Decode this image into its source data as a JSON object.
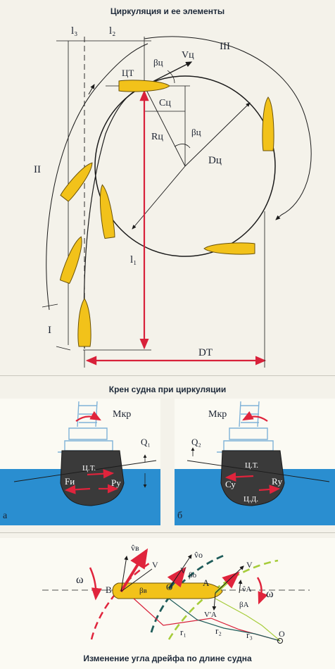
{
  "panel1": {
    "title": "Циркуляция и ее элементы",
    "labels": {
      "l3": "l₃",
      "l2": "l₂",
      "l1": "l₁",
      "phase1": "I",
      "phase2": "II",
      "phase3": "III",
      "ct": "ЦТ",
      "beta_c": "βц",
      "v_c": "Vц",
      "c_c": "Сц",
      "r_c": "Rц",
      "beta_c2": "βц",
      "d_c": "Dц",
      "d_t": "DТ"
    },
    "colors": {
      "hull": "#f2c21a",
      "hull_stroke": "#6a5208",
      "dim": "#d8213a",
      "line": "#1a1a1a"
    }
  },
  "panel2": {
    "title": "Крен судна при циркуляции",
    "a": {
      "letter": "а",
      "mkr": "Мкр",
      "ct": "Ц.Т.",
      "fi": "Fи",
      "py": "Ру",
      "angle": "Q₁"
    },
    "b": {
      "letter": "б",
      "mkr": "Мкр",
      "ct": "Ц.Т.",
      "cy": "Су",
      "ry": "Rу",
      "cd": "Ц.Д.",
      "angle": "Q₂"
    },
    "colors": {
      "water": "#2a8ed0",
      "hull": "#3a3a3a",
      "superstructure": "#8fbfe0",
      "arrow": "#e0243c"
    }
  },
  "panel3": {
    "title": "Изменение угла дрейфа  по длине судна",
    "labels": {
      "omega_left": "ω",
      "omega_right": "ω",
      "b": "В",
      "o": "О",
      "a": "А",
      "beta_b": "βв",
      "beta_o": "βо",
      "beta_a": "βА",
      "v_b": "v̂в",
      "v1": "V",
      "v_o": "v̂о",
      "v2": "V",
      "v3": "V",
      "v_a_prime": "V'А",
      "v_a": "v̂А",
      "r1": "r₁",
      "r2": "r₂",
      "r3": "r₃",
      "pole": "О"
    },
    "colors": {
      "red": "#e0243c",
      "teal": "#1f5c5a",
      "lime": "#a6cc3a",
      "hull": "#f2c21a"
    }
  }
}
